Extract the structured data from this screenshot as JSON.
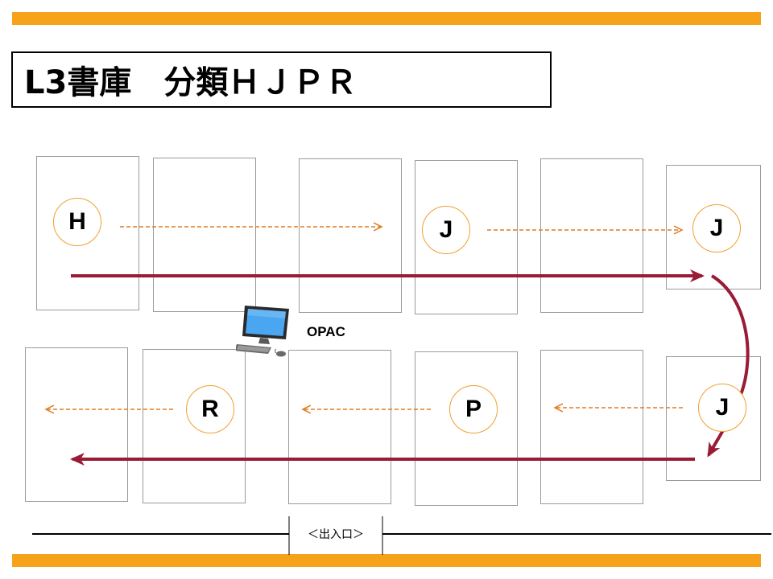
{
  "title": "L3書庫　分類ＨＪＰＲ",
  "colors": {
    "accent_bar": "#f7a21b",
    "route_arrow": "#9a1b36",
    "dashed_arrow": "#e07b22",
    "circle_border": "#f0a030"
  },
  "labels": {
    "top_h": "H",
    "top_j1": "J",
    "top_j2": "J",
    "bottom_j": "J",
    "bottom_p": "P",
    "bottom_r": "R"
  },
  "opac": {
    "label": "OPAC",
    "icon": "computer-icon"
  },
  "entrance": {
    "label": "＜出入口＞"
  }
}
